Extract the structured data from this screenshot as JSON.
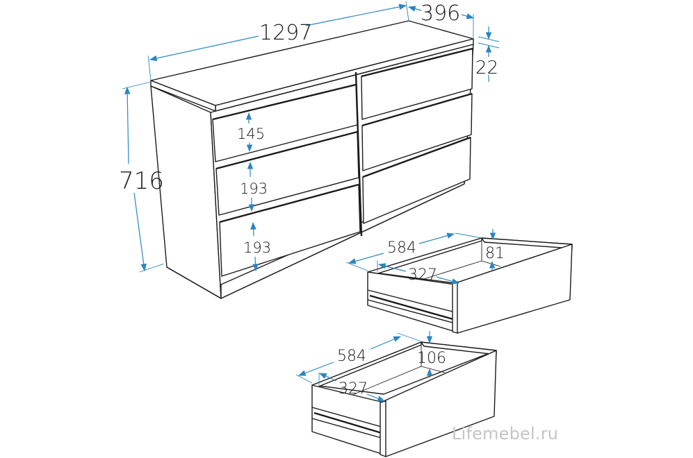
{
  "colors": {
    "dimension": "#2a86c0",
    "outline": "#1a1a1a",
    "watermark": "#c4c4c4",
    "background": "#ffffff"
  },
  "dresser": {
    "width_label": "1297",
    "depth_label": "396",
    "top_thickness_label": "22",
    "height_label": "716",
    "drawer_heights": [
      "145",
      "193",
      "193"
    ],
    "columns": 2,
    "rows": 3
  },
  "drawer_small": {
    "length_label": "584",
    "inner_width_label": "327",
    "inner_height_label": "81"
  },
  "drawer_large": {
    "length_label": "584",
    "inner_width_label": "327",
    "inner_height_label": "106"
  },
  "watermark": "Lifemebel.ru"
}
